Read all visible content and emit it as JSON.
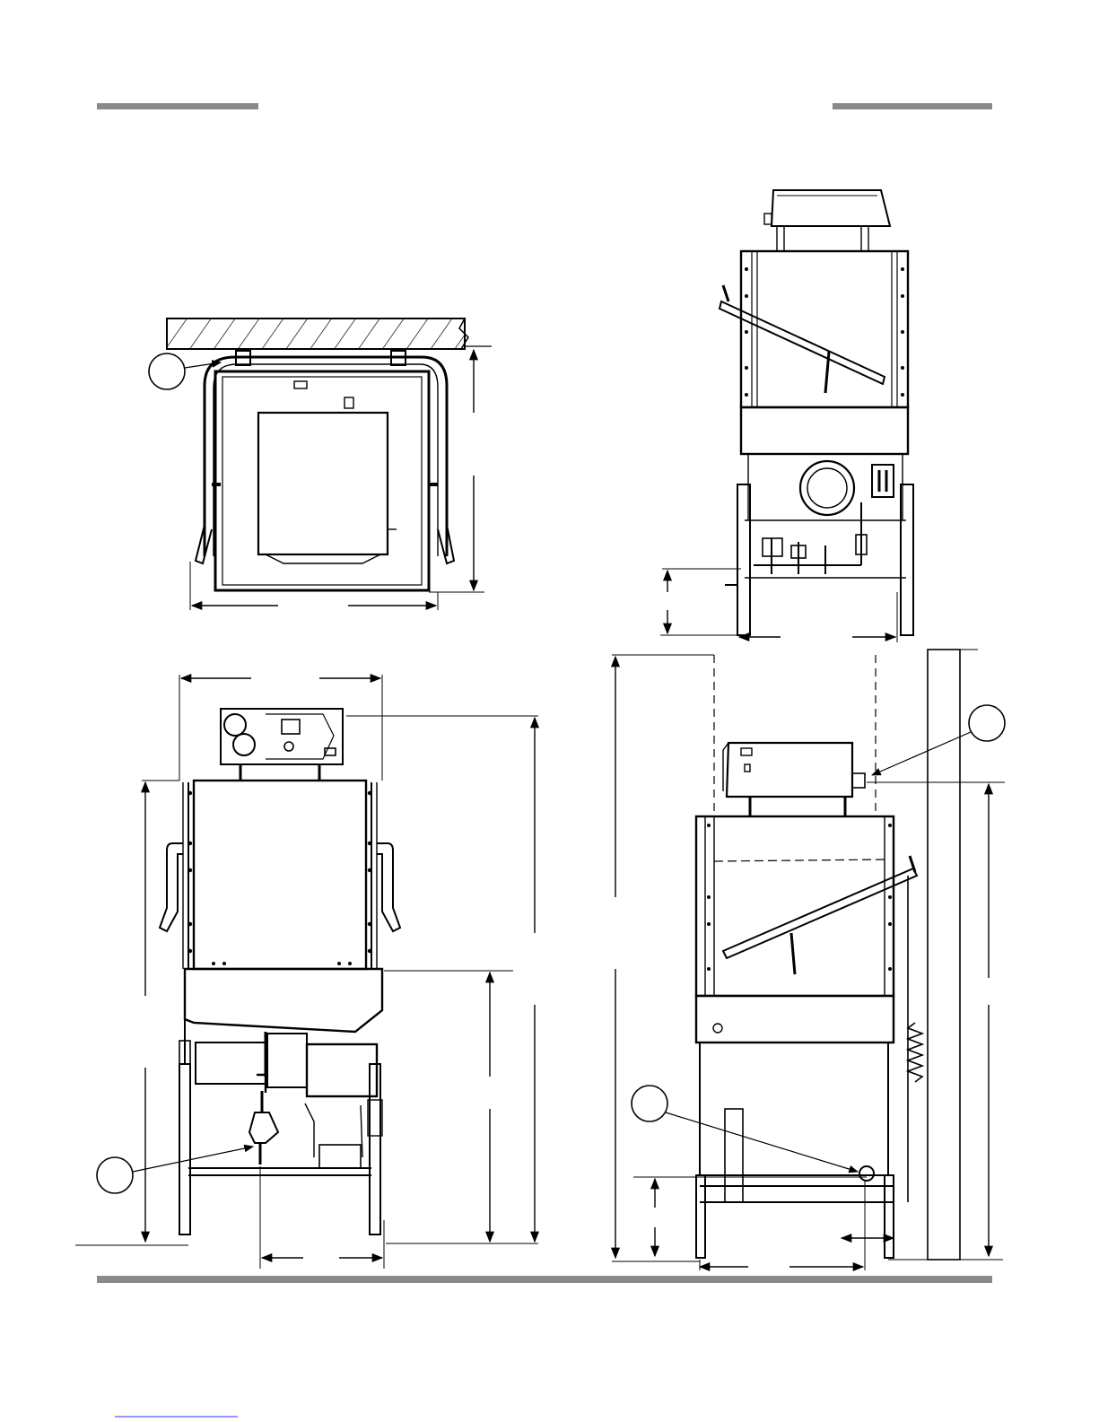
{
  "colors": {
    "ink": "#000000",
    "rule": "#8a8a8a",
    "paper": "#ffffff"
  },
  "views": [
    {
      "name": "top-view"
    },
    {
      "name": "rear-view"
    },
    {
      "name": "front-view"
    },
    {
      "name": "side-view"
    }
  ],
  "callouts": [
    {
      "view": "top-view"
    },
    {
      "view": "front-view"
    },
    {
      "view": "side-view-upper"
    },
    {
      "view": "side-view-lower"
    }
  ]
}
